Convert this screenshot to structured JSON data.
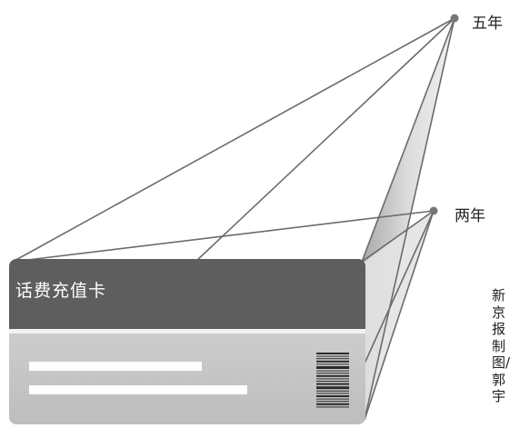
{
  "card": {
    "title": "话费充值卡"
  },
  "points": {
    "five_years": "五年",
    "two_years": "两年"
  },
  "credit": "新京报制图/郭宇",
  "colors": {
    "card_header": "#5e5e5e",
    "card_body": "#c8c8c8",
    "lines": "#6b6b6b",
    "point": "#777777",
    "card_stripe": "#ffffff"
  }
}
